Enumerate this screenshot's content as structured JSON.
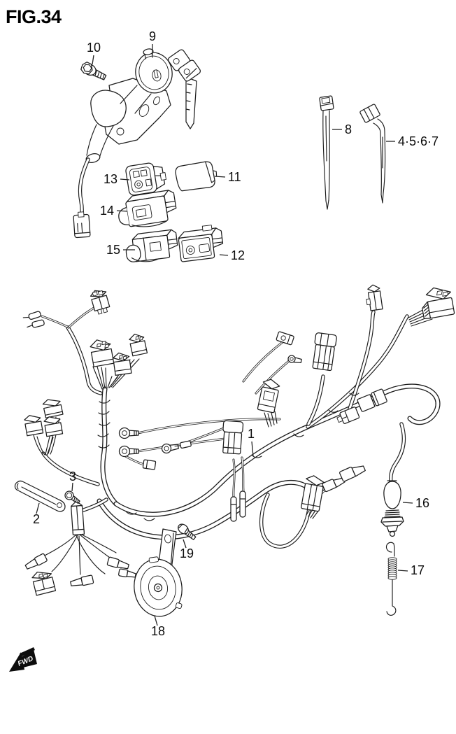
{
  "title": "FIG.34",
  "fwd_marker": "FWD",
  "labels": {
    "part1": "1",
    "part2": "2",
    "part3": "3",
    "part4567": "4·5·6·7",
    "part8": "8",
    "part9": "9",
    "part10": "10",
    "part11": "11",
    "part12": "12",
    "part13": "13",
    "part14": "14",
    "part15": "15",
    "part16": "16",
    "part17": "17",
    "part18": "18",
    "part19": "19"
  }
}
